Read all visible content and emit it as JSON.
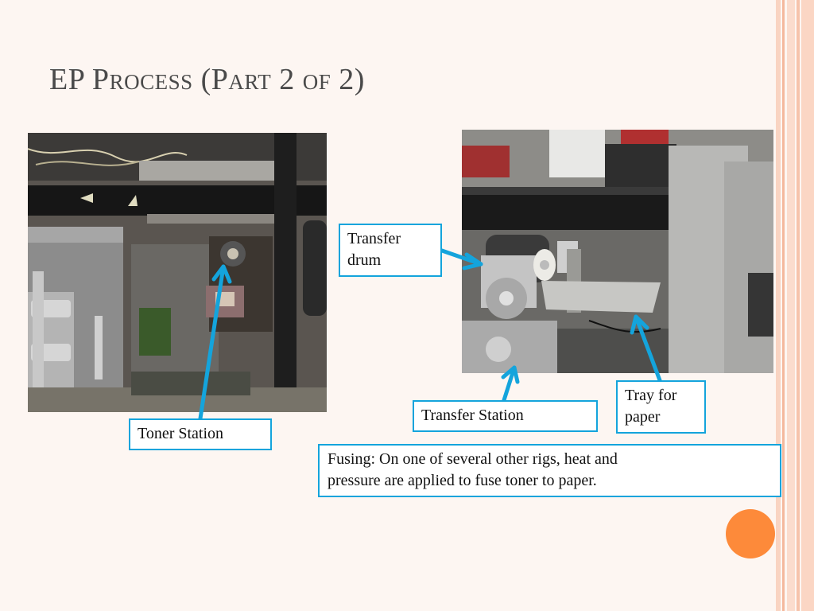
{
  "slide": {
    "title": "EP Process (Part 2 of 2)"
  },
  "photos": {
    "left": {
      "subject": "toner station rig"
    },
    "right": {
      "subject": "transfer station rig"
    }
  },
  "labels": {
    "toner_station": "Toner Station",
    "transfer_drum_line1": "Transfer",
    "transfer_drum_line2": "drum",
    "transfer_station": "Transfer Station",
    "tray_line1": "Tray for",
    "tray_line2": "paper",
    "fusing_line1": "Fusing: On one of several other rigs, heat and",
    "fusing_line2": "pressure are applied to fuse toner to paper."
  },
  "colors": {
    "callout_border": "#14a4dc",
    "arrow": "#14a4dc",
    "accent_circle": "#fd8a3a",
    "stripe_a": "#f7c8b2",
    "stripe_b": "#fbdccd"
  }
}
